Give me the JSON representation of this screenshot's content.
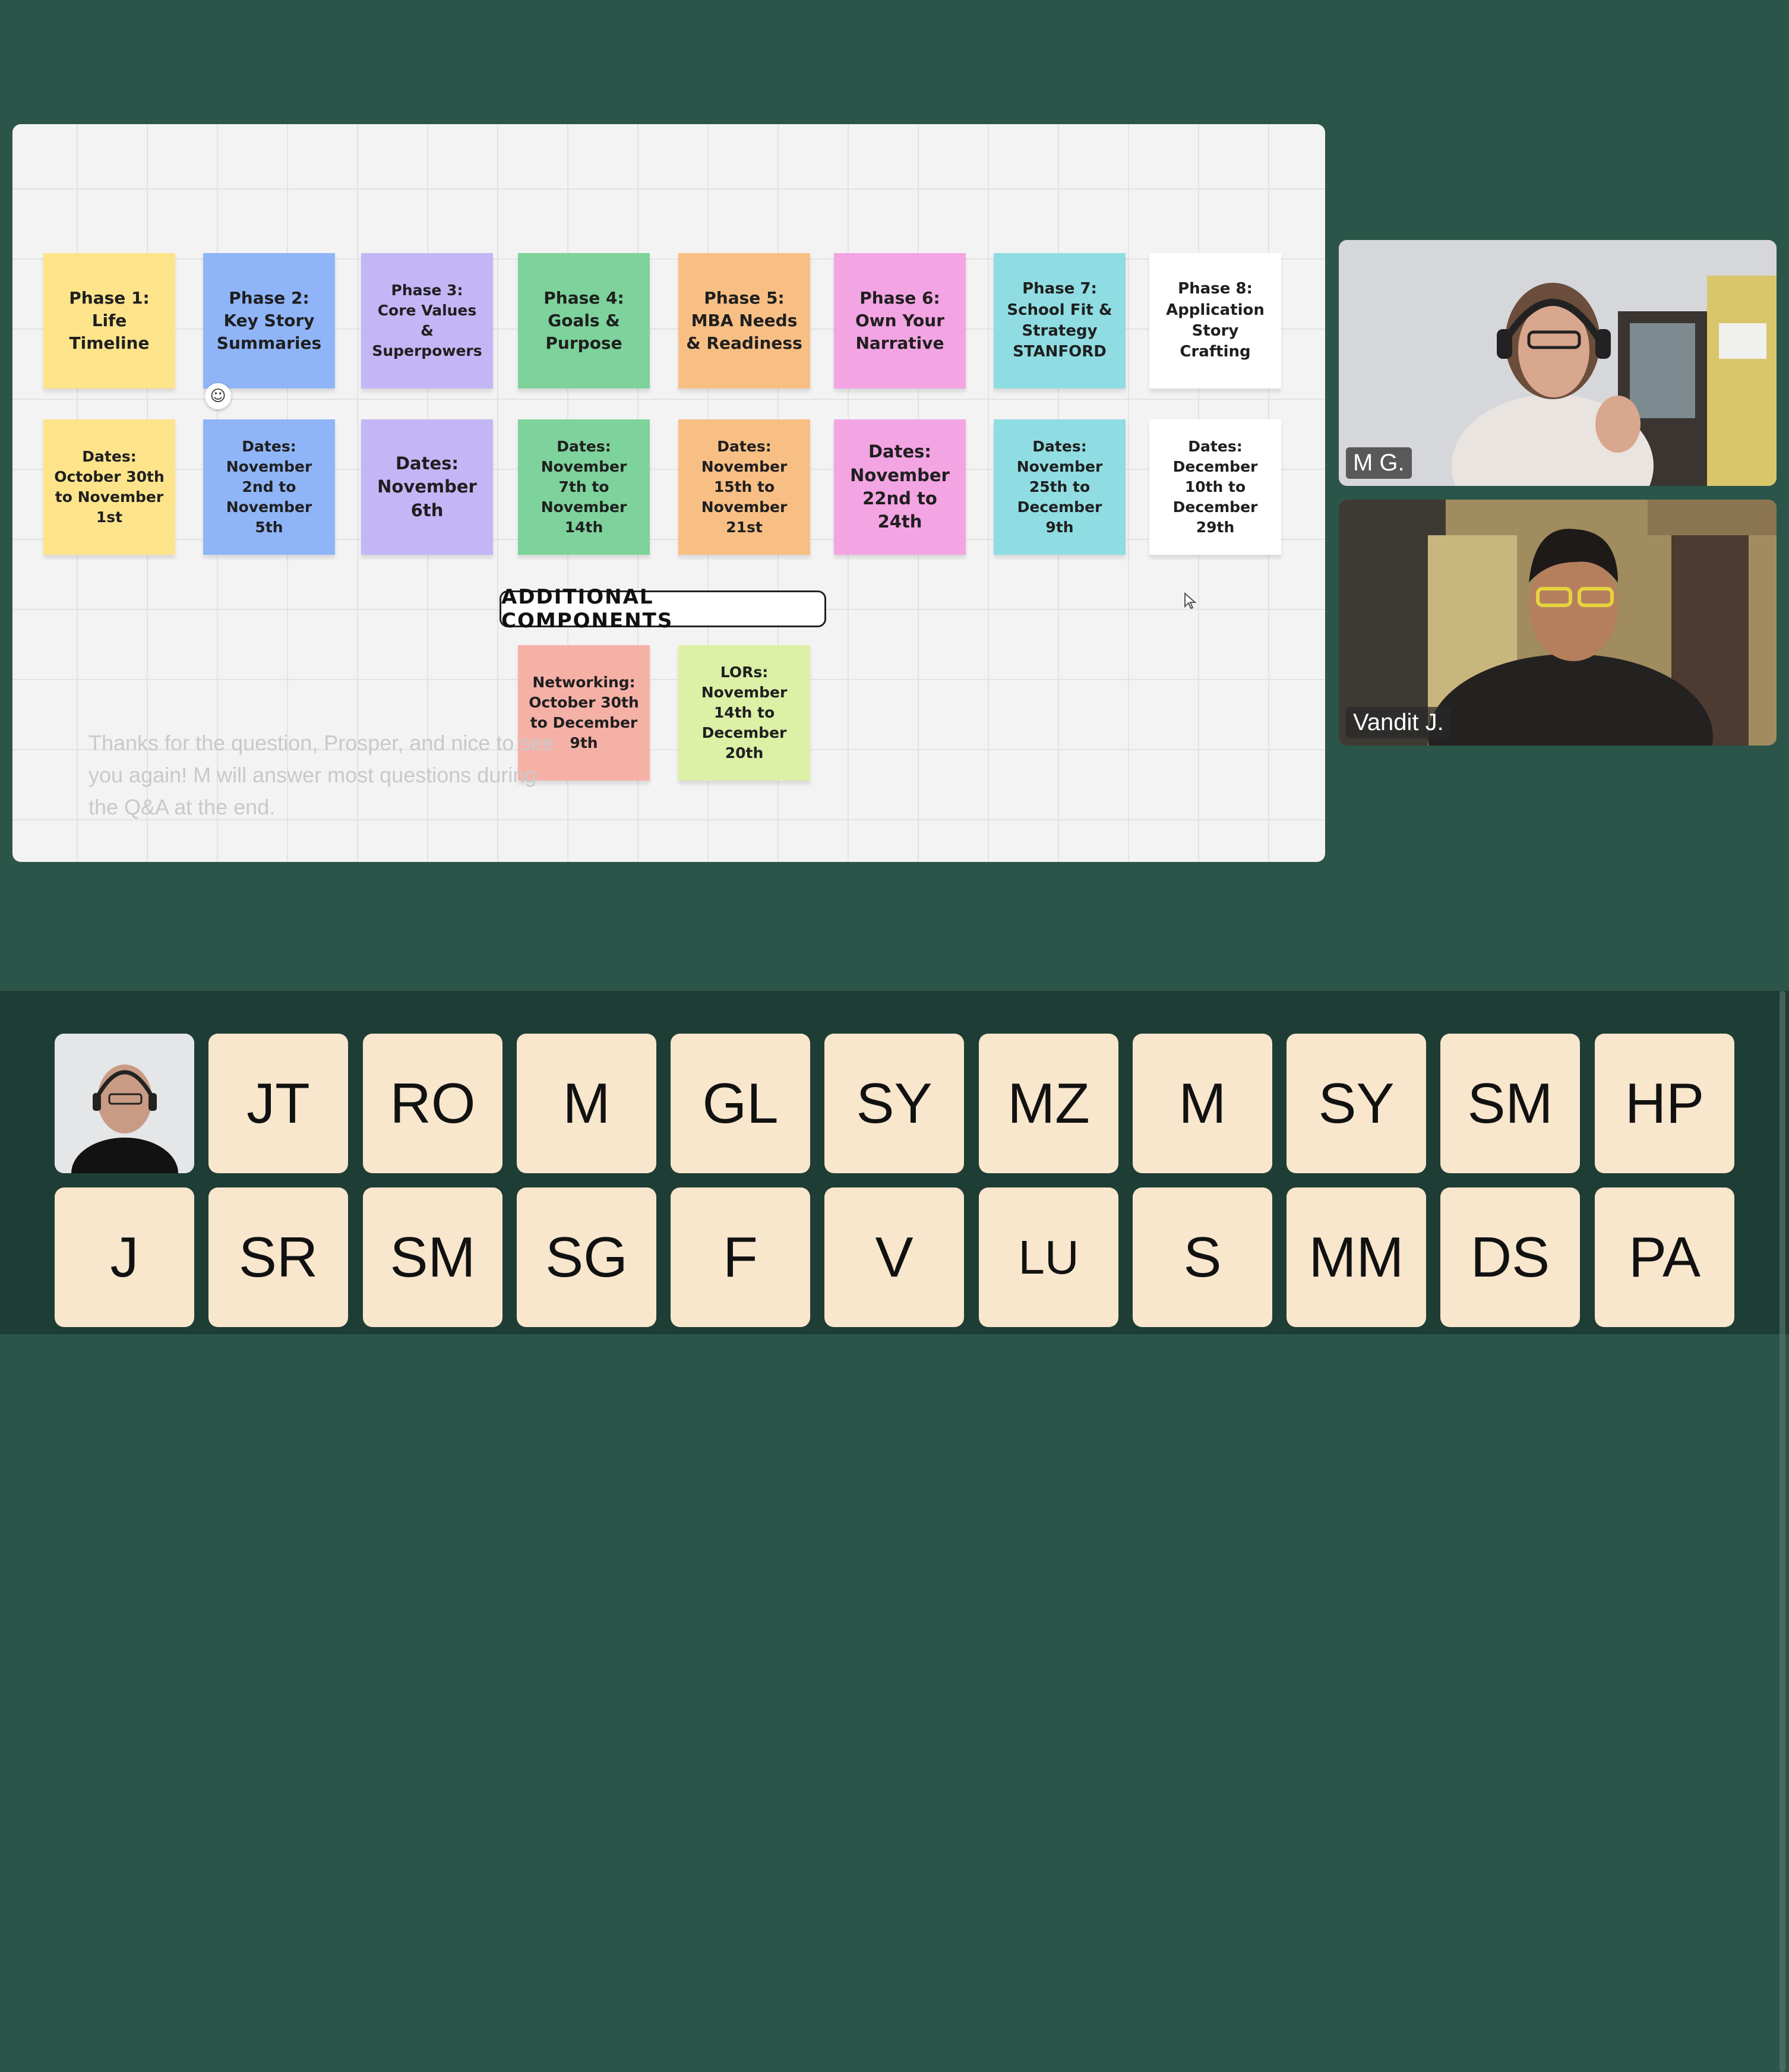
{
  "board": {
    "phases": [
      {
        "label": "Phase 1:\nLife\nTimeline",
        "color": "#fde48b"
      },
      {
        "label": "Phase 2:\nKey Story\nSummaries",
        "color": "#8fb5f8"
      },
      {
        "label": "Phase 3:\nCore Values\n&\nSuperpowers",
        "color": "#c4b6f6"
      },
      {
        "label": "Phase 4:\nGoals &\nPurpose",
        "color": "#7dd39b"
      },
      {
        "label": "Phase 5:\nMBA Needs\n& Readiness",
        "color": "#f8bf84"
      },
      {
        "label": "Phase 6:\nOwn Your\nNarrative",
        "color": "#f3a4e3"
      },
      {
        "label": "Phase 7:\nSchool Fit &\nStrategy\nSTANFORD",
        "color": "#8fdde2"
      },
      {
        "label": "Phase 8:\nApplication\nStory\nCrafting",
        "color": "#ffffff"
      }
    ],
    "dates": [
      {
        "label": "Dates:\nOctober 30th\nto November\n1st",
        "color": "#fde48b"
      },
      {
        "label": "Dates:\nNovember\n2nd to\nNovember\n5th",
        "color": "#8fb5f8"
      },
      {
        "label": "Dates:\nNovember\n6th",
        "color": "#c4b6f6"
      },
      {
        "label": "Dates:\nNovember\n7th to\nNovember\n14th",
        "color": "#7dd39b"
      },
      {
        "label": "Dates:\nNovember\n15th to\nNovember\n21st",
        "color": "#f8bf84"
      },
      {
        "label": "Dates:\nNovember\n22nd to\n24th",
        "color": "#f3a4e3"
      },
      {
        "label": "Dates:\nNovember\n25th to\nDecember\n9th",
        "color": "#8fdde2"
      },
      {
        "label": "Dates:\nDecember\n10th to\nDecember\n29th",
        "color": "#ffffff"
      }
    ],
    "section_title": "ADDITIONAL COMPONENTS",
    "additional": [
      {
        "label": "Networking:\nOctober 30th\nto December\n9th",
        "color": "#f6b1a7"
      },
      {
        "label": "LORs:\nNovember\n14th to\nDecember\n20th",
        "color": "#dcf0a6"
      }
    ],
    "chat_overlay": "Thanks for the question, Prosper, and nice to see you again! M will answer most questions during the Q&A at the end."
  },
  "videos": [
    {
      "name": "M G."
    },
    {
      "name": "Vandit J."
    }
  ],
  "participants_row1": [
    "JT",
    "RO",
    "M",
    "GL",
    "SY",
    "MZ",
    "M",
    "SY",
    "SM",
    "HP"
  ],
  "participants_row2": [
    "J",
    "SR",
    "SM",
    "SG",
    "F",
    "V",
    "LU",
    "S",
    "MM",
    "DS",
    "PA"
  ]
}
